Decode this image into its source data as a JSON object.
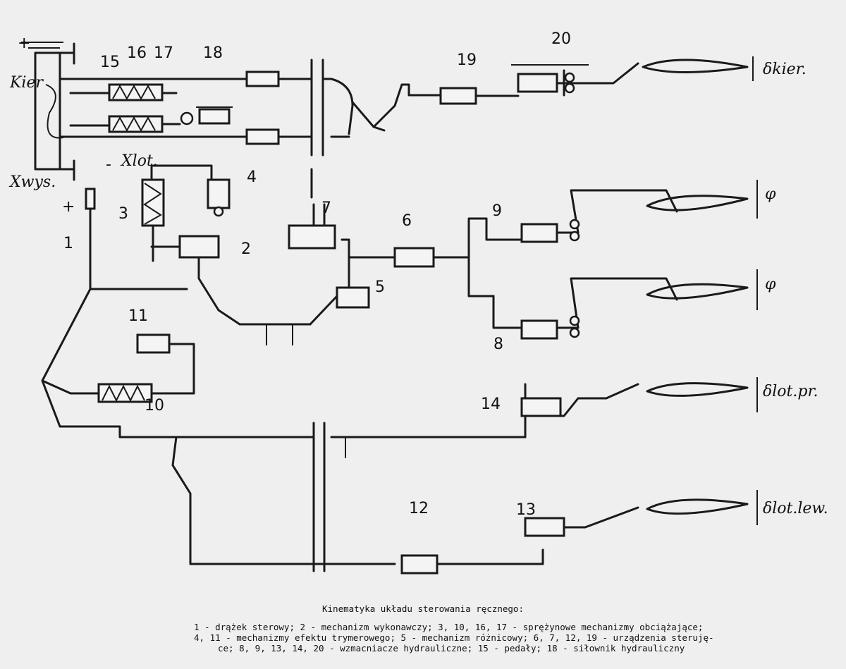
{
  "diagram": {
    "part_numbers": [
      "1",
      "2",
      "3",
      "4",
      "5",
      "6",
      "7",
      "8",
      "9",
      "10",
      "11",
      "12",
      "13",
      "14",
      "15",
      "16",
      "17",
      "18",
      "19",
      "20"
    ],
    "inputs": {
      "rudder_pedal": "Kier",
      "aileron_stick": "Xlot.",
      "elevator_stick": "Xwys.",
      "plus": "+",
      "minus": "-"
    },
    "surfaces": {
      "rudder": "δkier.",
      "stabilizer_upper": "φ",
      "stabilizer_lower": "φ",
      "aileron_right": "δlot.pr.",
      "aileron_left": "δlot.lew."
    }
  },
  "caption": {
    "title": "Kinematyka układu sterowania ręcznego:",
    "lines": [
      "1 - drążek sterowy; 2 - mechanizm wykonawczy; 3, 10, 16, 17 - sprężynowe mechanizmy obciążające;",
      "4, 11 - mechanizmy efektu trymerowego; 5 - mechanizm różnicowy; 6, 7, 12, 19 - urządzenia steruję-",
      "ce; 8, 9, 13, 14, 20 - wzmacniacze hydrauliczne; 15 - pedały; 18 - siłownik hydrauliczny"
    ]
  },
  "colors": {
    "paper": "#efefef",
    "ink": "#1a1a1a"
  }
}
